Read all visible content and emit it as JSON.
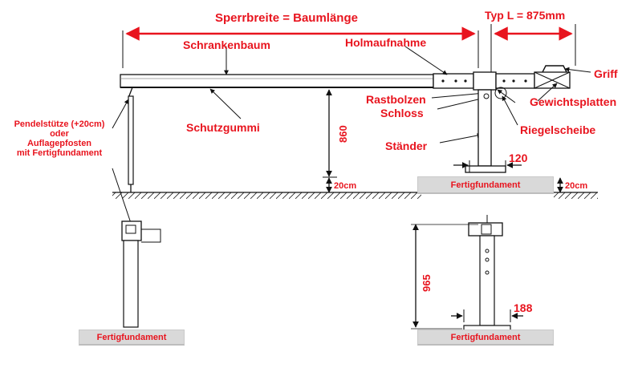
{
  "labels": {
    "sperrbreite": "Sperrbreite = Baumlänge",
    "typ": "Typ L = 875mm",
    "schrankenbaum": "Schrankenbaum",
    "holmaufnahme": "Holmaufnahme",
    "griff": "Griff",
    "rastbolzen": "Rastbolzen",
    "gewichtsplatten": "Gewichtsplatten",
    "schloss": "Schloss",
    "riegelscheibe": "Riegelscheibe",
    "schutzgummi": "Schutzgummi",
    "staender": "Ständer",
    "pendel_line1": "Pendelstütze (+20cm)",
    "pendel_line2": "oder",
    "pendel_line3": "Auflagepfosten",
    "pendel_line4": "mit Fertigfundament"
  },
  "dimensions": {
    "height_860": "860",
    "ground_20cm_left": "20cm",
    "ground_20cm_right": "20cm",
    "width_120": "120",
    "height_965": "965",
    "width_188": "188"
  },
  "foundations": {
    "main": "Fertigfundament",
    "bottom_left": "Fertigfundament",
    "bottom_right": "Fertigfundament"
  },
  "colors": {
    "label_red": "#e8141e",
    "line_black": "#111111",
    "foundation_gray": "#d9d9d9"
  }
}
